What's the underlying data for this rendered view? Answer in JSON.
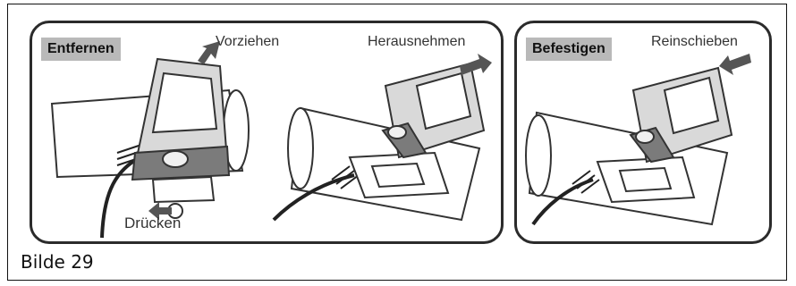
{
  "left_panel": {
    "tag": "Entfernen",
    "labels": {
      "pull": "Vorziehen",
      "press": "Drücken",
      "remove": "Herausnehmen"
    }
  },
  "right_panel": {
    "tag": "Befestigen",
    "labels": {
      "slide_in": "Reinschieben"
    }
  },
  "caption": "Bilde 29",
  "colors": {
    "panel_border": "#2b2b2b",
    "tag_background": "#b9b9b9",
    "arrow": "#555555"
  }
}
